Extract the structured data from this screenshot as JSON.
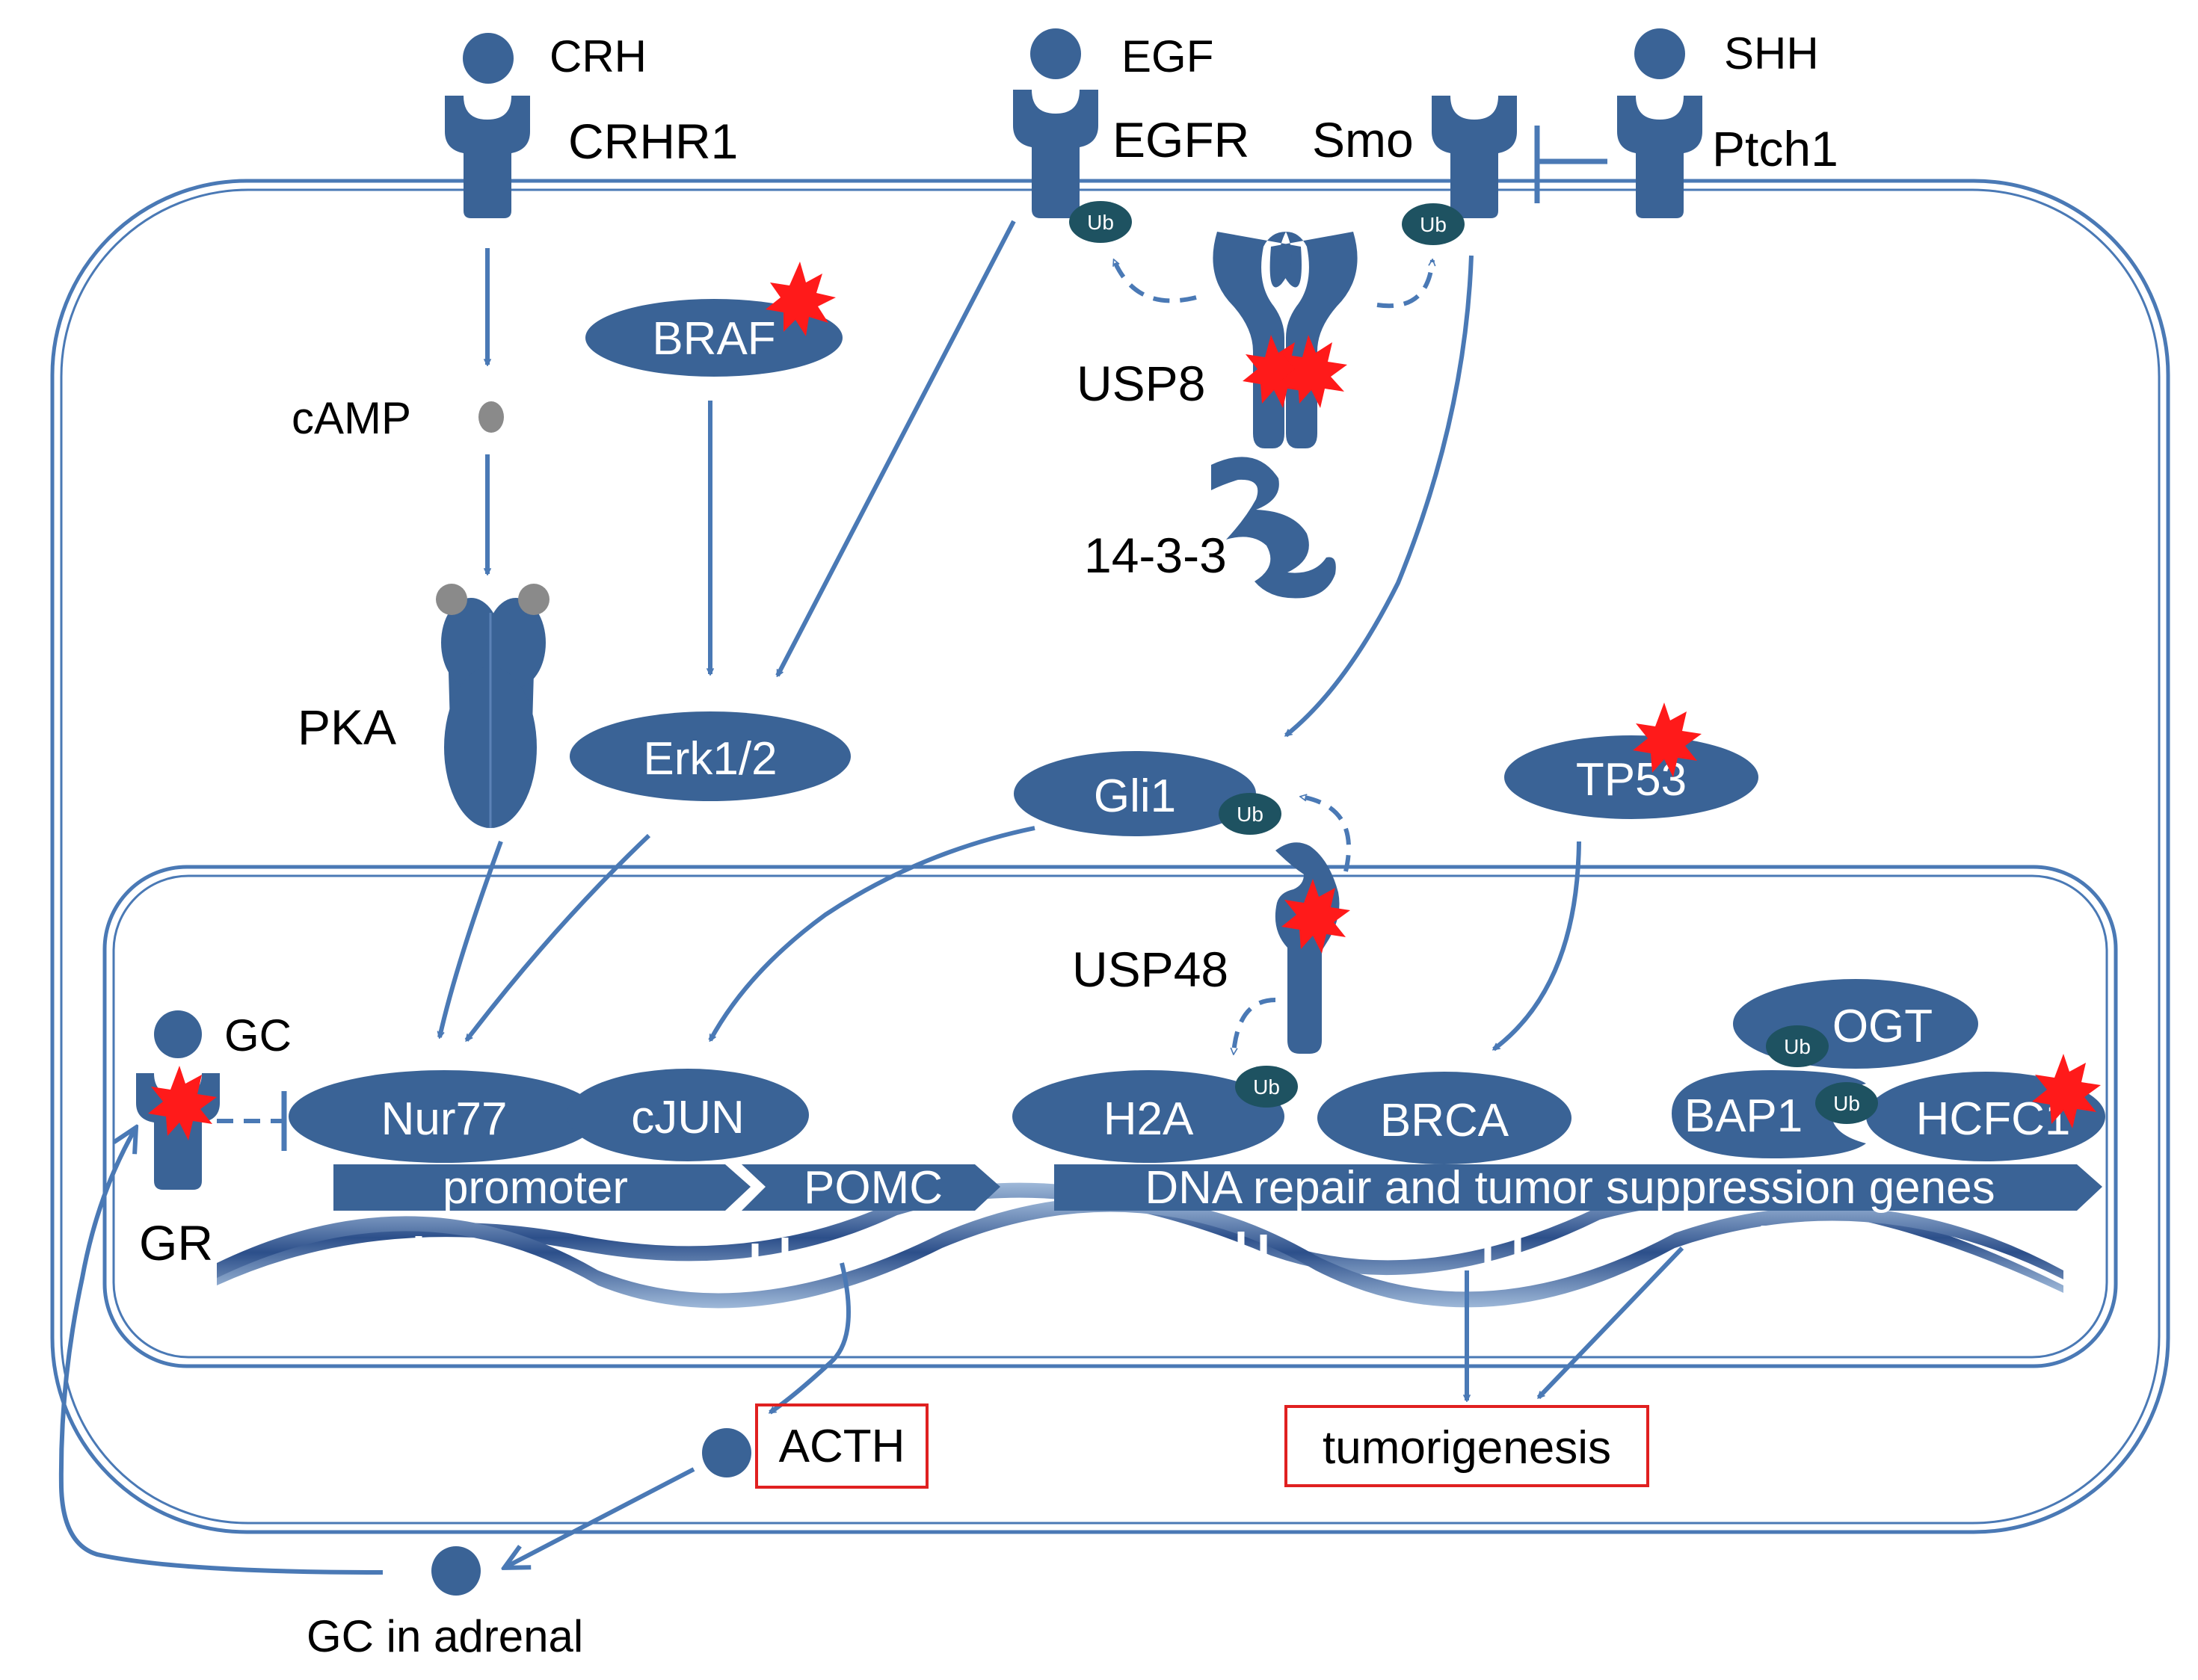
{
  "ligands": {
    "crh": "CRH",
    "egf": "EGF",
    "shh": "SHH"
  },
  "receptors": {
    "crhr1": "CRHR1",
    "egfr": "EGFR",
    "smo": "Smo",
    "ptch1": "Ptch1"
  },
  "cytoplasm": {
    "camp": "cAMP",
    "pka": "PKA",
    "braf": "BRAF",
    "erk": "Erk1/2",
    "usp8": "USP8",
    "p1433": "14-3-3",
    "gli1": "Gli1",
    "tp53": "TP53",
    "usp48": "USP48"
  },
  "nucleus": {
    "gc": "GC",
    "gr": "GR",
    "nur77": "Nur77",
    "cjun": "cJUN",
    "h2a": "H2A",
    "brca": "BRCA",
    "bap1": "BAP1",
    "ogt": "OGT",
    "hcfc1": "HCFC1",
    "promoter": "promoter",
    "pomc": "POMC",
    "dna_genes": "DNA repair and tumor suppression genes"
  },
  "ub_label": "Ub",
  "outputs": {
    "acth": "ACTH",
    "tumorigenesis": "tumorigenesis",
    "gc_adrenal": "GC in adrenal"
  },
  "colors": {
    "shape": "#3a6396",
    "ub": "#1e5261",
    "mutation": "#ff1a1a",
    "box": "#e02020",
    "line": "#4a79b5"
  }
}
